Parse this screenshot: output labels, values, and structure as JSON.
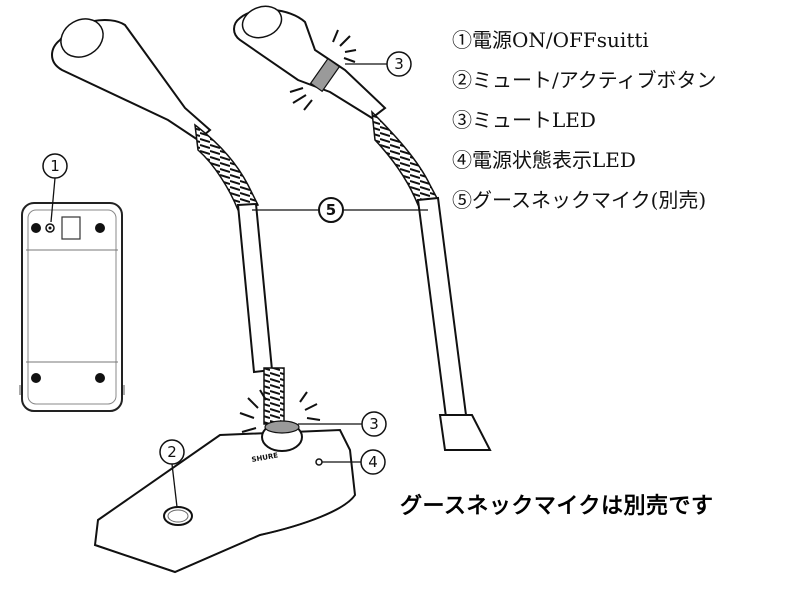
{
  "legend": [
    {
      "num": "①",
      "text": "電源ON/OFFsuitti"
    },
    {
      "num": "②",
      "text": "ミュート/アクティブボタン"
    },
    {
      "num": "③",
      "text": "ミュートLED"
    },
    {
      "num": "④",
      "text": "電源状態表示LED"
    },
    {
      "num": "⑤",
      "text": "グースネックマイク(別売)"
    }
  ],
  "callouts": {
    "c1": "1",
    "c2": "2",
    "c3": "3",
    "c4": "4",
    "c5": "5"
  },
  "brand": "SHURE",
  "note": "グースネックマイクは別売です"
}
